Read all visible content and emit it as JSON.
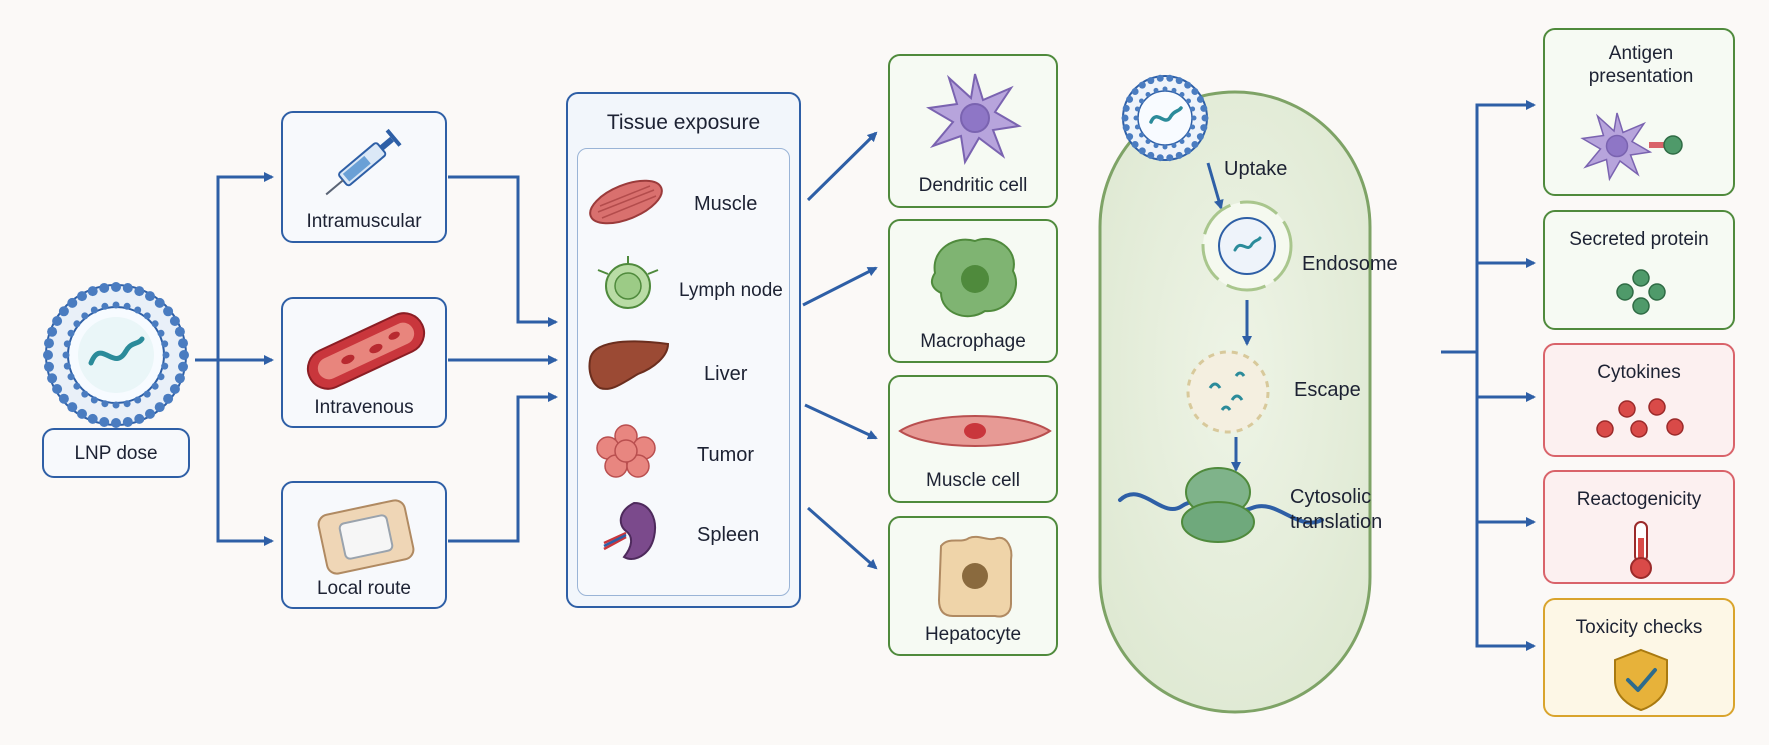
{
  "lnp": {
    "label": "LNP dose"
  },
  "routes": [
    {
      "label": "Intramuscular",
      "icon": "syringe-icon"
    },
    {
      "label": "Intravenous",
      "icon": "blood-vessel-icon"
    },
    {
      "label": "Local route",
      "icon": "patch-icon"
    }
  ],
  "tissue": {
    "title": "Tissue exposure",
    "items": [
      {
        "label": "Muscle",
        "icon": "muscle-icon"
      },
      {
        "label": "Lymph node",
        "icon": "lymph-node-icon"
      },
      {
        "label": "Liver",
        "icon": "liver-icon"
      },
      {
        "label": "Tumor",
        "icon": "tumor-icon"
      },
      {
        "label": "Spleen",
        "icon": "spleen-icon"
      }
    ]
  },
  "cells": [
    {
      "label": "Dendritic cell",
      "icon": "dendritic-cell-icon"
    },
    {
      "label": "Macrophage",
      "icon": "macrophage-icon"
    },
    {
      "label": "Muscle cell",
      "icon": "muscle-cell-icon"
    },
    {
      "label": "Hepatocyte",
      "icon": "hepatocyte-icon"
    }
  ],
  "pathway": {
    "steps": [
      "Uptake",
      "Endosome",
      "Escape",
      "Cytosolic translation"
    ]
  },
  "outcomes": [
    {
      "label": "Antigen presentation",
      "icon": "antigen-presenting-cell-icon"
    },
    {
      "label": "Secreted protein",
      "icon": "protein-dots-icon"
    },
    {
      "label": "Cytokines",
      "icon": "cytokine-dots-icon"
    },
    {
      "label": "Reactogenicity",
      "icon": "thermometer-icon"
    },
    {
      "label": "Toxicity checks",
      "icon": "shield-check-icon"
    }
  ],
  "colors": {
    "blue": "#2e5fa6",
    "green": "#4f8a3c",
    "red": "#d9636a",
    "gold": "#d9a42c"
  }
}
